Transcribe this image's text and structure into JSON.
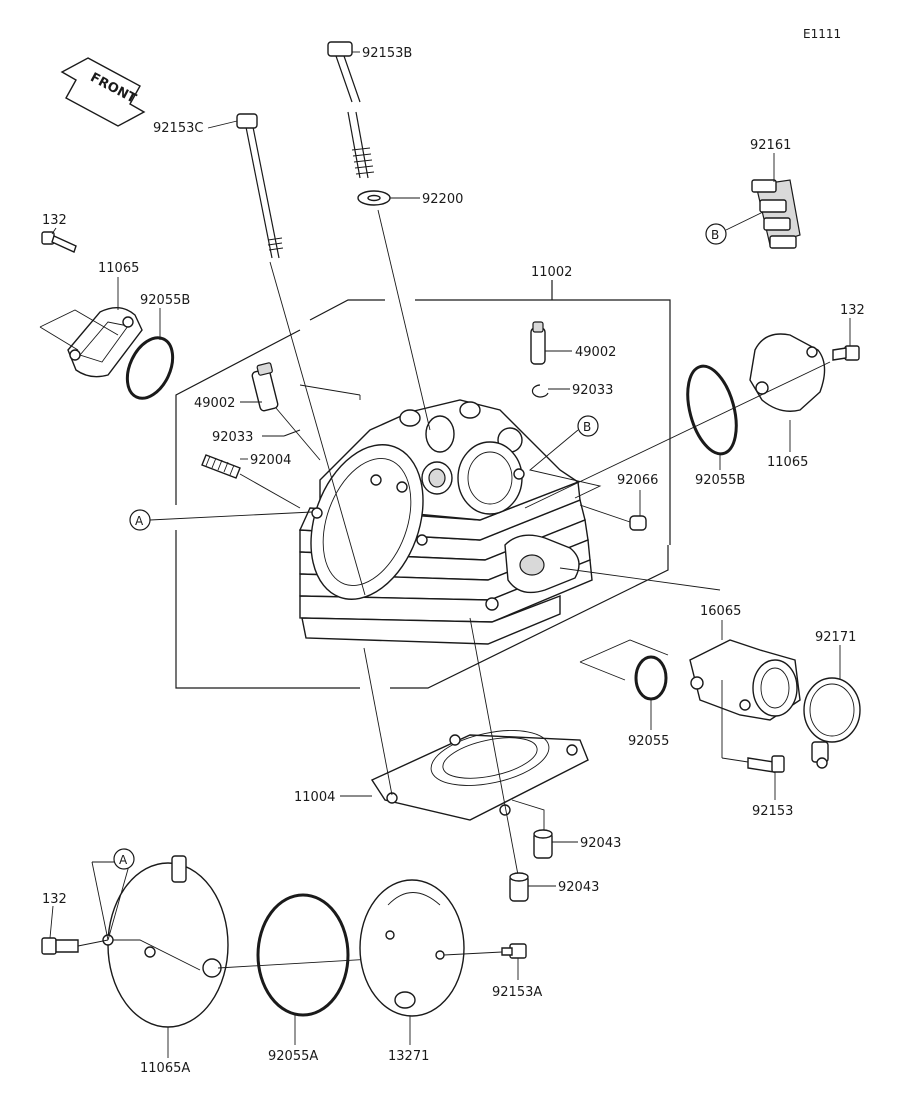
{
  "diagram_code": "E1111",
  "front_label": "FRONT",
  "labels": {
    "p92153B": "92153B",
    "p92153C": "92153C",
    "p92200": "92200",
    "p92161": "92161",
    "p132_top_left": "132",
    "p11065_left": "11065",
    "p92055B_left": "92055B",
    "p11002": "11002",
    "p132_right": "132",
    "p49002_right": "49002",
    "p92033_right": "92033",
    "p49002_left": "49002",
    "p92033_left": "92033",
    "p92004": "92004",
    "p92055B_right": "92055B",
    "p11065_right": "11065",
    "p92066": "92066",
    "p16065": "16065",
    "p92171": "92171",
    "p92055": "92055",
    "p92153": "92153",
    "p11004": "11004",
    "p92043_upper": "92043",
    "p92043_lower": "92043",
    "p132_bottom": "132",
    "p92153A": "92153A",
    "p11065A": "11065A",
    "p92055A": "92055A",
    "p13271": "13271"
  },
  "callouts": {
    "A": "A",
    "B": "B"
  }
}
